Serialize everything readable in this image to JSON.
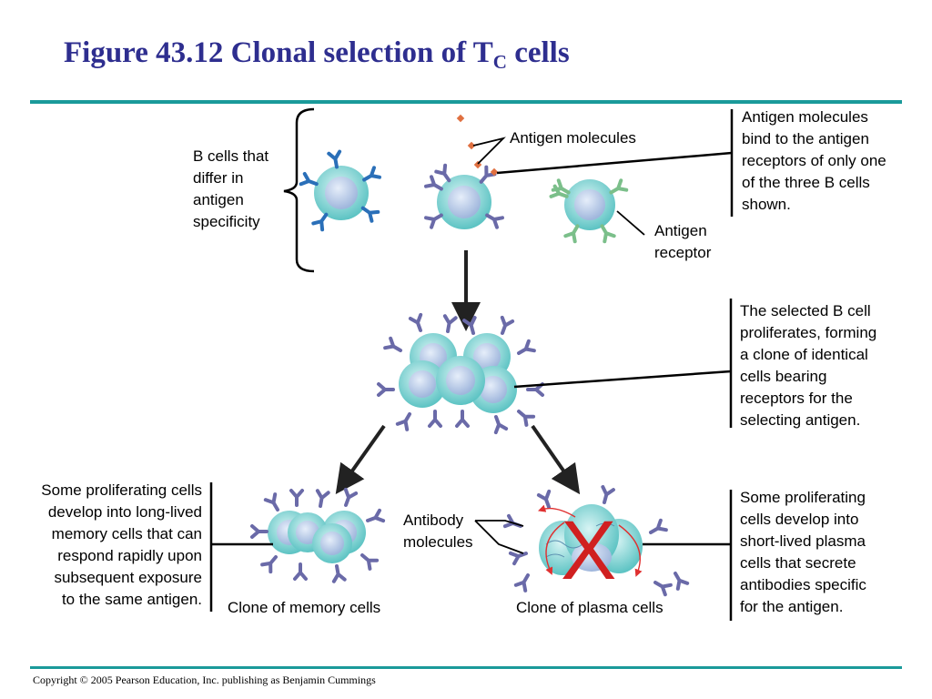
{
  "title": {
    "main": "Figure 43.12 Clonal selection of T",
    "sub": "C",
    "tail": " cells"
  },
  "labels": {
    "b_cells": [
      "B cells that",
      "differ in",
      "antigen",
      "specificity"
    ],
    "antigen_molecules": "Antigen molecules",
    "antigen_receptor": [
      "Antigen",
      "receptor"
    ],
    "antigen_bind": [
      "Antigen molecules",
      "bind to the antigen",
      "receptors of only one",
      "of the three B cells",
      "shown."
    ],
    "selected_proliferates": [
      "The selected B cell",
      "proliferates, forming",
      "a clone of identical",
      "cells bearing",
      "receptors for the",
      "selecting antigen."
    ],
    "memory_desc": [
      "Some proliferating cells",
      "develop into long-lived",
      "memory cells that can",
      "respond rapidly upon",
      "subsequent exposure",
      "to the same antigen."
    ],
    "antibody_molecules": [
      "Antibody",
      "molecules"
    ],
    "plasma_desc": [
      "Some proliferating",
      "cells develop into",
      "short-lived plasma",
      "cells that secrete",
      "antibodies specific",
      "for the antigen."
    ],
    "clone_memory": "Clone of memory cells",
    "clone_plasma": "Clone of plasma cells",
    "x_mark": "X"
  },
  "colors": {
    "title": "#2e2e8f",
    "rule": "#1a9a9a",
    "cell_fill": "#7fd3d3",
    "nucleus": "#b4c8e6",
    "receptor_blue": "#2a6fb8",
    "receptor_purple": "#6a6aa8",
    "receptor_green": "#7bbf8a",
    "antigen": "#e07040",
    "x_mark": "#d02020"
  },
  "footer": "Copyright © 2005 Pearson Education, Inc. publishing as Benjamin Cummings"
}
